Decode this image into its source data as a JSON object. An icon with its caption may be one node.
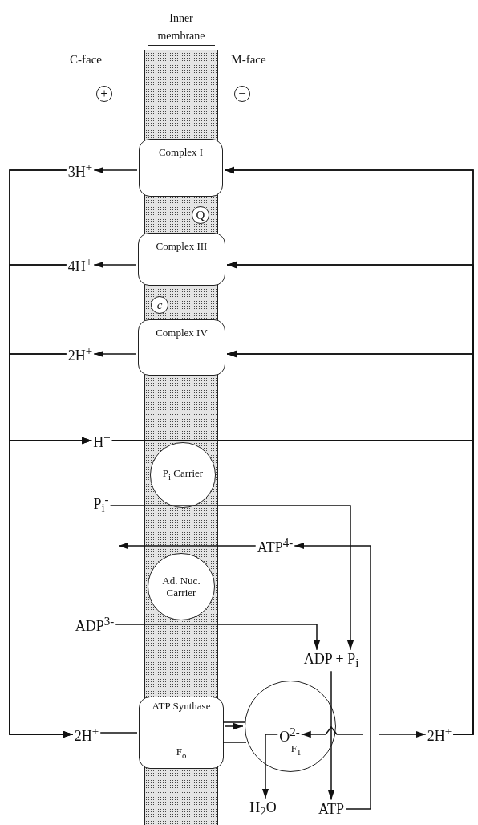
{
  "diagram": {
    "nodes": [
      {
        "text": [
          "Inner membrane"
        ]
      },
      {
        "text": [
          "Complex I"
        ],
        "in": 0
      },
      {
        "text": [
          "Q"
        ],
        "in": 0
      },
      {
        "text": [
          "Complex III"
        ],
        "in": 0
      },
      {
        "text": [
          "c"
        ],
        "in": 0
      },
      {
        "text": [
          "Complex IV"
        ],
        "in": 0
      },
      {
        "text": [
          "P$_{i}$ Carrier"
        ],
        "in": 0
      },
      {
        "text": [
          "Ad. Nuc. Carrier"
        ],
        "in": 0
      },
      {
        "text": [
          "ATP Synthase",
          "F$_{o}$"
        ],
        "in": 0
      },
      {
        "text": [
          "F$_{1}$"
        ]
      },
      {
        "text": [
          "3H$^{+}$"
        ]
      },
      {
        "text": [
          "4H$^{+}$"
        ]
      },
      {
        "text": [
          "2H$^{+}$"
        ]
      },
      {
        "text": [
          "H$^{+}$"
        ]
      },
      {
        "text": [
          "P$_{i}$$^{-}$"
        ]
      },
      {
        "text": [
          "ATP$^{4-}$"
        ]
      },
      {
        "text": [
          "ADP$^{3-}$"
        ]
      },
      {
        "text": [
          "ADP + P$_{i}$"
        ]
      },
      {
        "text": [
          "O$^{2-}$"
        ],
        "in": 9
      },
      {
        "text": [
          "2H$^{+}$"
        ]
      },
      {
        "text": [
          "2H$^{+}$"
        ]
      },
      {
        "text": [
          "H$_{2}$O"
        ]
      },
      {
        "text": [
          "ATP"
        ]
      }
    ],
    "edges": [
      {
        "from": 20,
        "to": 1,
        "arrow": "to"
      },
      {
        "from": 13,
        "to": 1,
        "arrow": "to"
      },
      {
        "from": 1,
        "to": 10,
        "arrow": "to"
      },
      {
        "from": 20,
        "to": 3,
        "arrow": "to"
      },
      {
        "from": 13,
        "to": 3,
        "arrow": "to"
      },
      {
        "from": 3,
        "to": 11,
        "arrow": "to"
      },
      {
        "from": 20,
        "to": 5,
        "arrow": "to"
      },
      {
        "from": 13,
        "to": 5,
        "arrow": "to"
      },
      {
        "from": 5,
        "to": 12,
        "arrow": "to"
      },
      {
        "from": 10,
        "to": 13,
        "arrow": "to"
      },
      {
        "from": 11,
        "to": 13,
        "arrow": "to"
      },
      {
        "from": 12,
        "to": 13,
        "arrow": "to"
      },
      {
        "from": 10,
        "to": 19,
        "arrow": "to"
      },
      {
        "from": 11,
        "to": 19,
        "arrow": "to"
      },
      {
        "from": 12,
        "to": 19,
        "arrow": "to"
      },
      {
        "from": 19,
        "to": 8,
        "arrow": "none"
      },
      {
        "from": 8,
        "to": 9,
        "arrow": "to"
      },
      {
        "from": 18,
        "to": 21,
        "arrow": "to"
      },
      {
        "from": 17,
        "to": 22,
        "arrow": "to"
      },
      {
        "from": 14,
        "to": 17,
        "arrow": "to"
      },
      {
        "from": 16,
        "to": 17,
        "arrow": "to"
      },
      {
        "from": 22,
        "to": 15,
        "arrow": "to"
      },
      {
        "from": 15,
        "to": null,
        "arrow": "to"
      },
      {
        "from": null,
        "to": 18,
        "arrow": "to"
      },
      {
        "from": null,
        "to": 20,
        "arrow": "to"
      }
    ],
    "labels": [
      "C-face",
      "M-face",
      "+",
      "−"
    ]
  }
}
